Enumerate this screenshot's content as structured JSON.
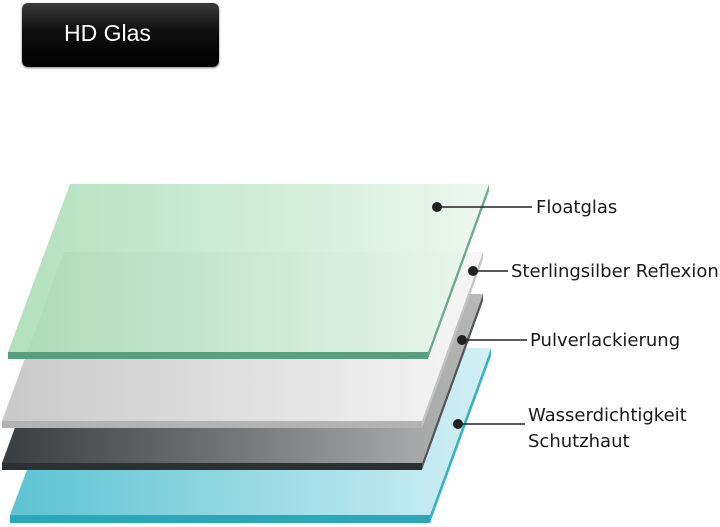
{
  "badge": {
    "label": "HD Glas"
  },
  "layers": [
    {
      "name": "Floatglas"
    },
    {
      "name": "Sterlingsilber Reflexion"
    },
    {
      "name": "Pulverlackierung"
    },
    {
      "name": "Wasserdichtigkeit",
      "name_line2": "Schutzhaut"
    }
  ]
}
